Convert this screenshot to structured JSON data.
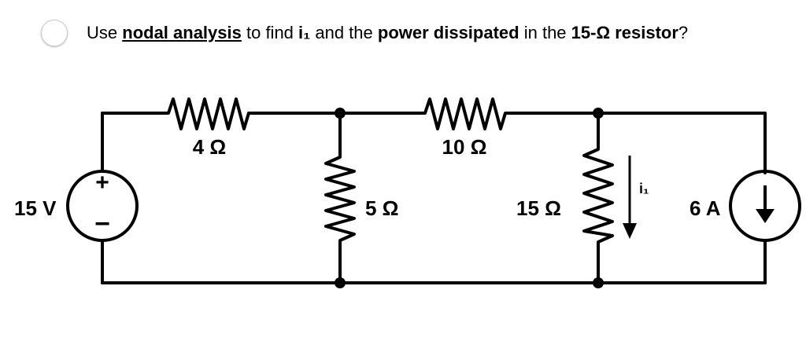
{
  "question": {
    "t1": "Use ",
    "t2": "nodal analysis",
    "t3": " to find ",
    "t4": "i₁",
    "t5": " and the ",
    "t6": "power dissipated",
    "t7": " in the ",
    "t8": "15-Ω resistor",
    "t9": "?"
  },
  "circuit": {
    "voltage_source": {
      "label": "15 V",
      "plus": "+",
      "minus": "−"
    },
    "r_4": "4 Ω",
    "r_5": "5 Ω",
    "r_10": "10 Ω",
    "r_15": "15 Ω",
    "current_label": "i₁",
    "current_source": {
      "label": "6 A"
    }
  },
  "colors": {
    "wire": "#000000",
    "radio_border": "#c9c9c9"
  }
}
